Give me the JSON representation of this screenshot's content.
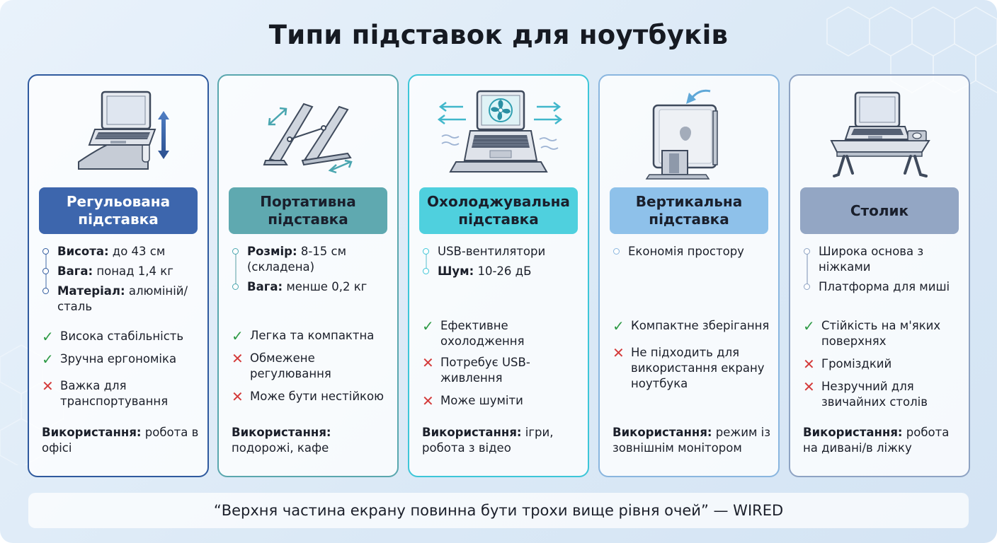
{
  "title": "Типи підставок для ноутбуків",
  "cards": [
    {
      "title": "Регульована підставка",
      "border_color": "#2f5a9e",
      "badge_color": "#3d66ad",
      "illustration_icon": "adjustable-laptop-stand-icon",
      "specs": [
        {
          "label": "Висота:",
          "value": " до 43 см"
        },
        {
          "label": "Вага:",
          "value": " понад 1,4 кг"
        },
        {
          "label": "Матеріал:",
          "value": " алюміній/сталь"
        }
      ],
      "pros_cons": [
        {
          "type": "pro",
          "text": "Висока стабільність"
        },
        {
          "type": "pro",
          "text": "Зручна ергономіка"
        },
        {
          "type": "con",
          "text": "Важка для транспортування"
        }
      ],
      "usage_label": "Використання:",
      "usage_text": " робота в офісі"
    },
    {
      "title": "Портативна підставка",
      "border_color": "#5aa7ae",
      "badge_color": "#5fa9b0",
      "illustration_icon": "portable-folding-stand-icon",
      "specs": [
        {
          "label": "Розмір:",
          "value": " 8-15 см (складена)"
        },
        {
          "label": "Вага:",
          "value": " менше 0,2 кг"
        }
      ],
      "pros_cons": [
        {
          "type": "pro",
          "text": "Легка та компактна"
        },
        {
          "type": "con",
          "text": "Обмежене регулювання"
        },
        {
          "type": "con",
          "text": "Може бути нестійкою"
        }
      ],
      "usage_label": "Використання:",
      "usage_text": " подорожі, кафе"
    },
    {
      "title": "Охолоджувальна підставка",
      "border_color": "#3dc6d8",
      "badge_color": "#4fd0de",
      "illustration_icon": "cooling-fan-stand-icon",
      "specs": [
        {
          "label": "",
          "value": "USB-вентилятори"
        },
        {
          "label": "Шум:",
          "value": " 10-26 дБ"
        }
      ],
      "pros_cons": [
        {
          "type": "pro",
          "text": "Ефективне охолодження"
        },
        {
          "type": "con",
          "text": "Потребує USB-живлення"
        },
        {
          "type": "con",
          "text": "Може шуміти"
        }
      ],
      "usage_label": "Використання:",
      "usage_text": " ігри, робота з відео"
    },
    {
      "title": "Вертикальна підставка",
      "border_color": "#8ab6df",
      "badge_color": "#8ec1ea",
      "illustration_icon": "vertical-laptop-dock-icon",
      "specs": [
        {
          "label": "",
          "value": "Економія простору"
        }
      ],
      "pros_cons": [
        {
          "type": "pro",
          "text": "Компактне зберігання"
        },
        {
          "type": "con",
          "text": "Не підходить для використання екрану ноутбука"
        }
      ],
      "usage_label": "Використання:",
      "usage_text": " режим із зовнішнім монітором"
    },
    {
      "title": "Столик",
      "border_color": "#8ea3c3",
      "badge_color": "#93a6c4",
      "illustration_icon": "laptop-lap-desk-icon",
      "specs": [
        {
          "label": "",
          "value": "Широка основа з ніжками"
        },
        {
          "label": "",
          "value": "Платформа для миші"
        }
      ],
      "pros_cons": [
        {
          "type": "pro",
          "text": "Стійкість на м'яких поверхнях"
        },
        {
          "type": "con",
          "text": "Громіздкий"
        },
        {
          "type": "con",
          "text": "Незручний для звичайних столів"
        }
      ],
      "usage_label": "Використання:",
      "usage_text": " робота на дивані/в ліжку"
    }
  ],
  "quote": "“Верхня частина екрану повинна бути трохи вище рівня очей” — WIRED"
}
